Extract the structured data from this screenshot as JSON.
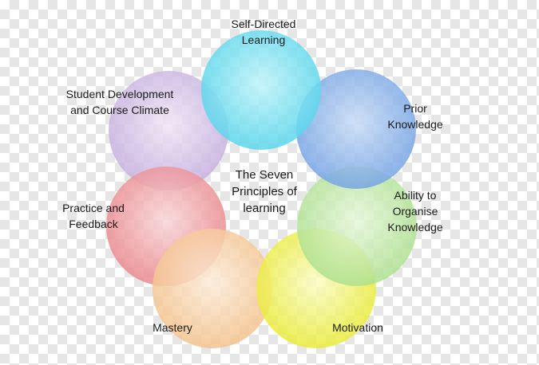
{
  "center_title": [
    "The Seven",
    "Principles of",
    "learning"
  ],
  "principles": [
    {
      "lines": [
        "Self-Directed",
        "Learning"
      ],
      "color": "#6fdcef"
    },
    {
      "lines": [
        "Prior",
        "Knowledge"
      ],
      "color": "#8fb6ec"
    },
    {
      "lines": [
        "Ability to",
        "Organise",
        "Knowledge"
      ],
      "color": "#bfe8a6"
    },
    {
      "lines": [
        "Motivation"
      ],
      "color": "#eef061"
    },
    {
      "lines": [
        "Mastery"
      ],
      "color": "#f7cfa4"
    },
    {
      "lines": [
        "Practice and",
        "Feedback"
      ],
      "color": "#ee9da1"
    },
    {
      "lines": [
        "Student Development",
        "and Course Climate"
      ],
      "color": "#d3c2e6"
    }
  ]
}
